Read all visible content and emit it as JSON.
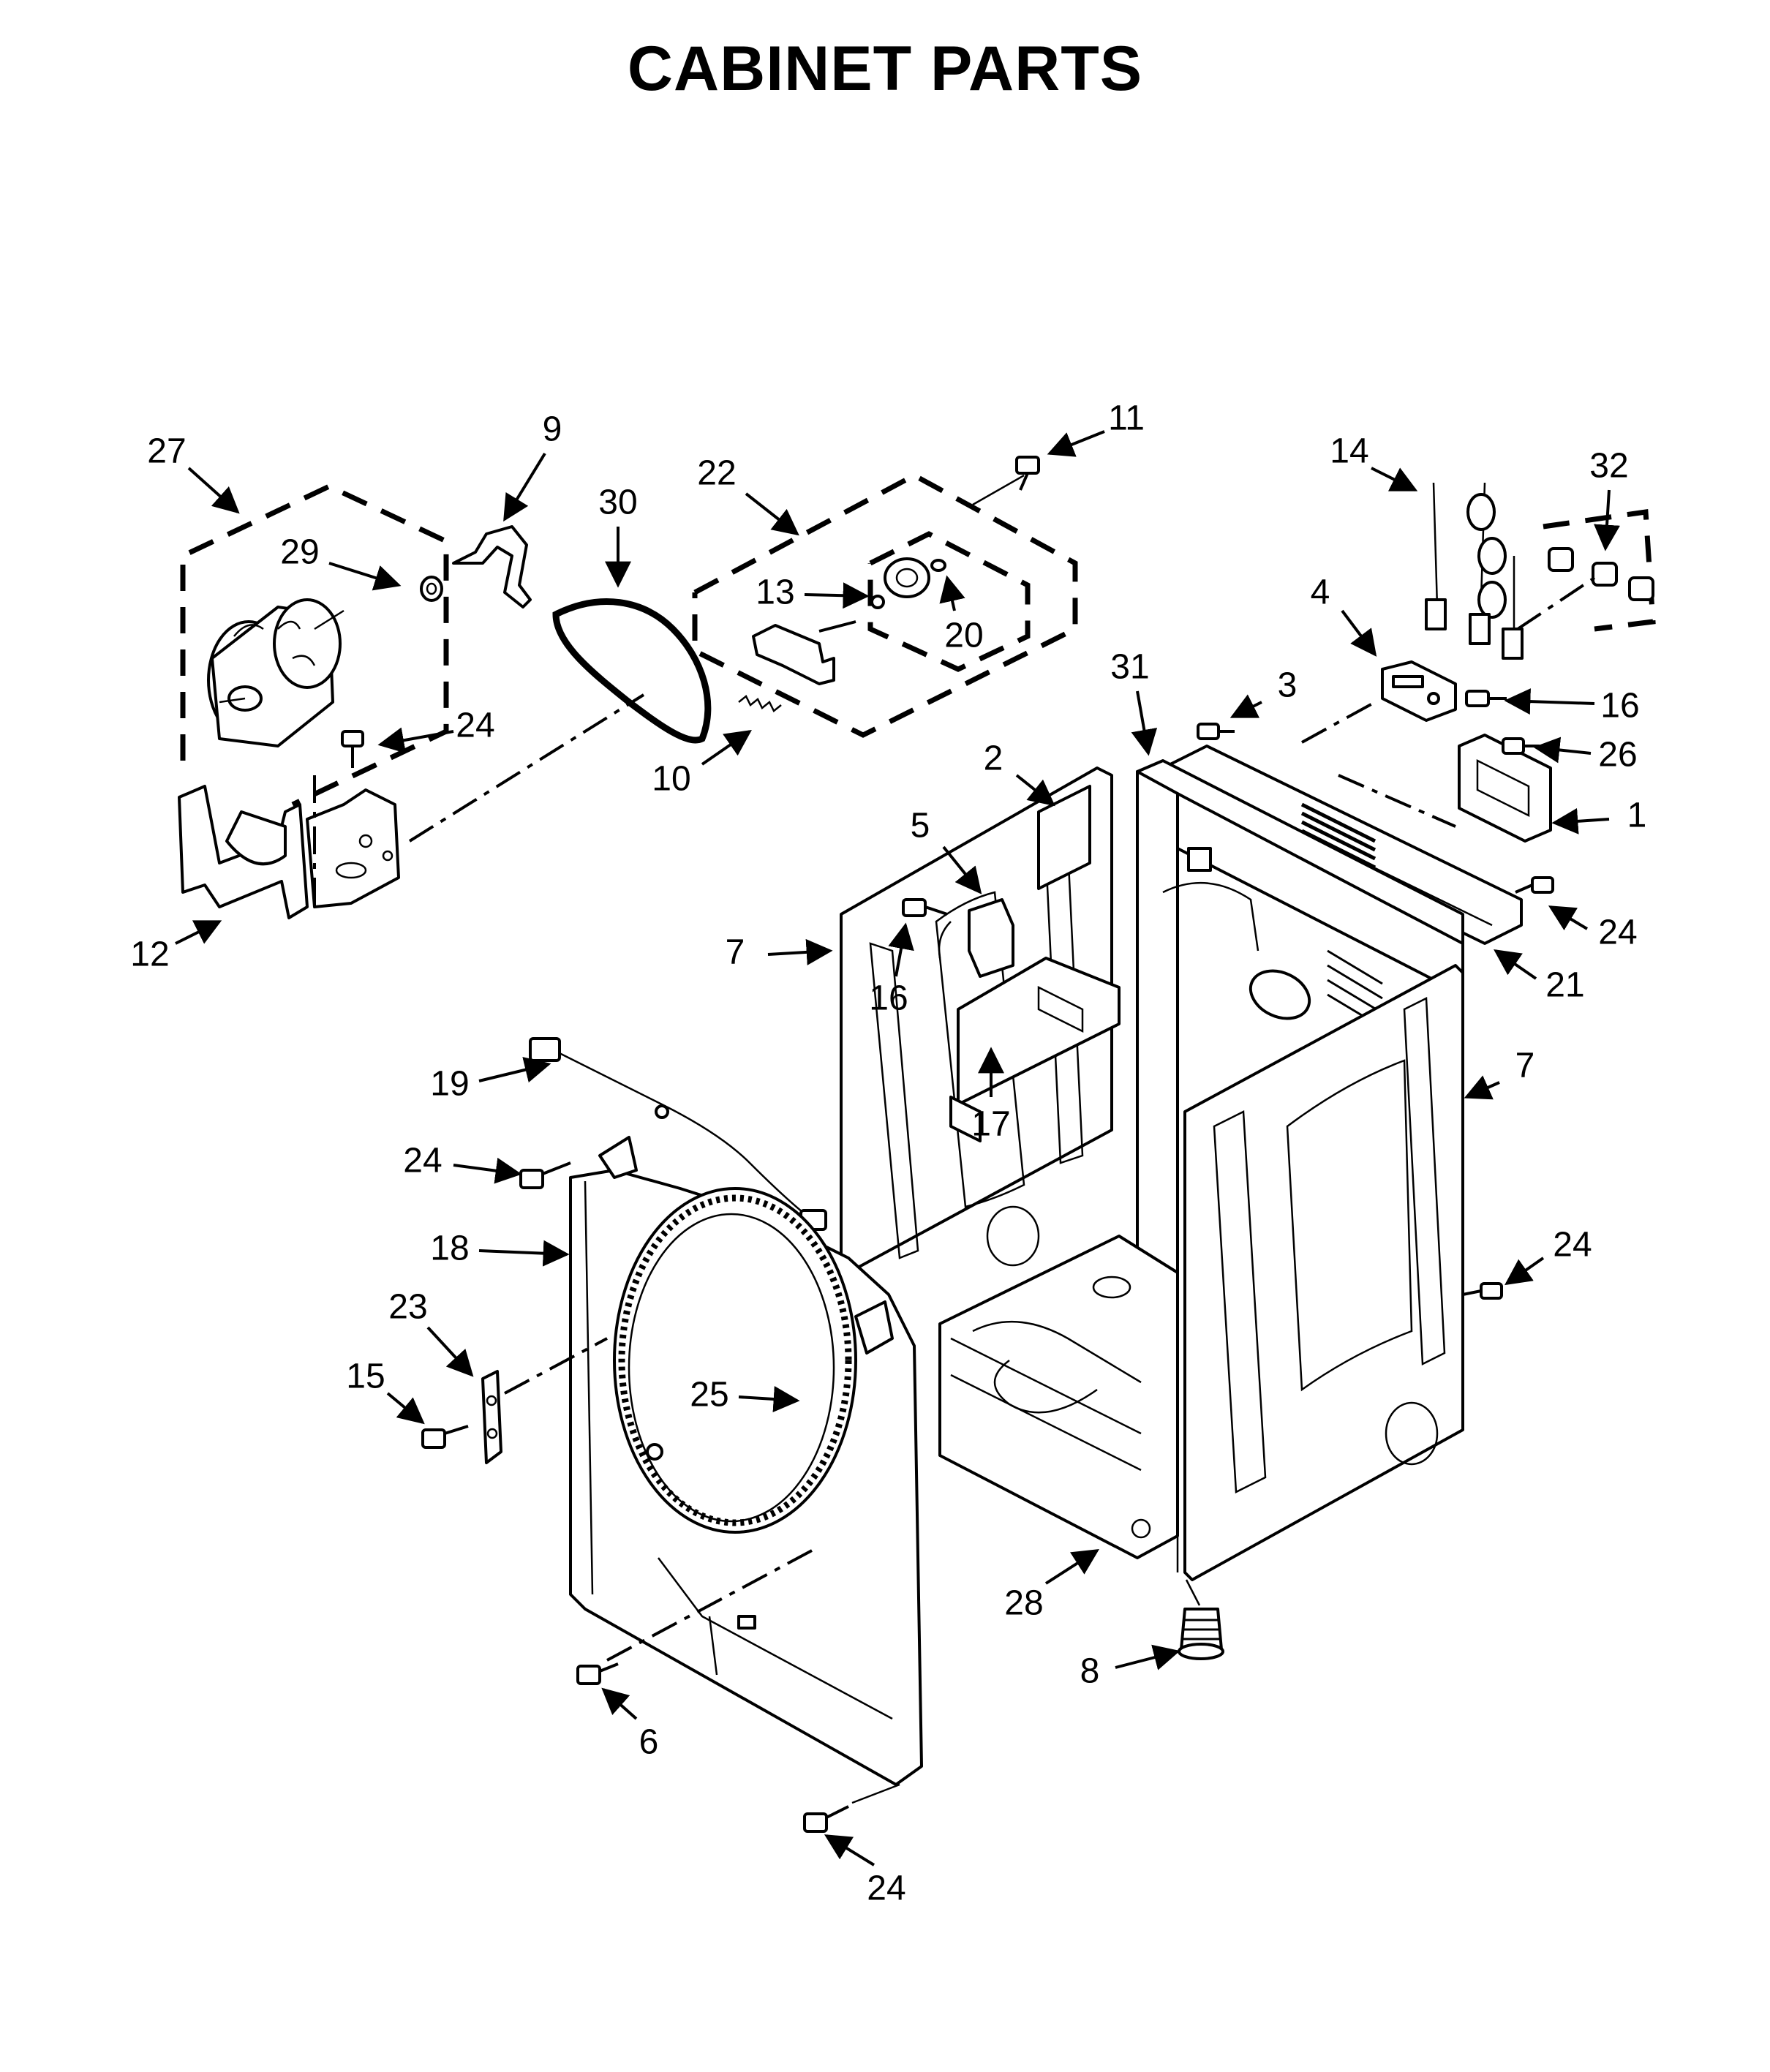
{
  "title": "CABINET PARTS",
  "callouts": [
    {
      "id": "c27",
      "label": "27"
    },
    {
      "id": "c9",
      "label": "9"
    },
    {
      "id": "c30",
      "label": "30"
    },
    {
      "id": "c22",
      "label": "22"
    },
    {
      "id": "c11",
      "label": "11"
    },
    {
      "id": "c14",
      "label": "14"
    },
    {
      "id": "c32",
      "label": "32"
    },
    {
      "id": "c29",
      "label": "29"
    },
    {
      "id": "c13",
      "label": "13"
    },
    {
      "id": "c20",
      "label": "20"
    },
    {
      "id": "c4",
      "label": "4"
    },
    {
      "id": "c24a",
      "label": "24"
    },
    {
      "id": "c10",
      "label": "10"
    },
    {
      "id": "c31",
      "label": "31"
    },
    {
      "id": "c3",
      "label": "3"
    },
    {
      "id": "c16a",
      "label": "16"
    },
    {
      "id": "c26",
      "label": "26"
    },
    {
      "id": "c2",
      "label": "2"
    },
    {
      "id": "c1",
      "label": "1"
    },
    {
      "id": "c5",
      "label": "5"
    },
    {
      "id": "c24b",
      "label": "24"
    },
    {
      "id": "c12",
      "label": "12"
    },
    {
      "id": "c7a",
      "label": "7"
    },
    {
      "id": "c16b",
      "label": "16"
    },
    {
      "id": "c21",
      "label": "21"
    },
    {
      "id": "c17",
      "label": "17"
    },
    {
      "id": "c7b",
      "label": "7"
    },
    {
      "id": "c19",
      "label": "19"
    },
    {
      "id": "c24c",
      "label": "24"
    },
    {
      "id": "c18",
      "label": "18"
    },
    {
      "id": "c24d",
      "label": "24"
    },
    {
      "id": "c23",
      "label": "23"
    },
    {
      "id": "c15",
      "label": "15"
    },
    {
      "id": "c25",
      "label": "25"
    },
    {
      "id": "c28",
      "label": "28"
    },
    {
      "id": "c8",
      "label": "8"
    },
    {
      "id": "c6",
      "label": "6"
    },
    {
      "id": "c24e",
      "label": "24"
    }
  ]
}
